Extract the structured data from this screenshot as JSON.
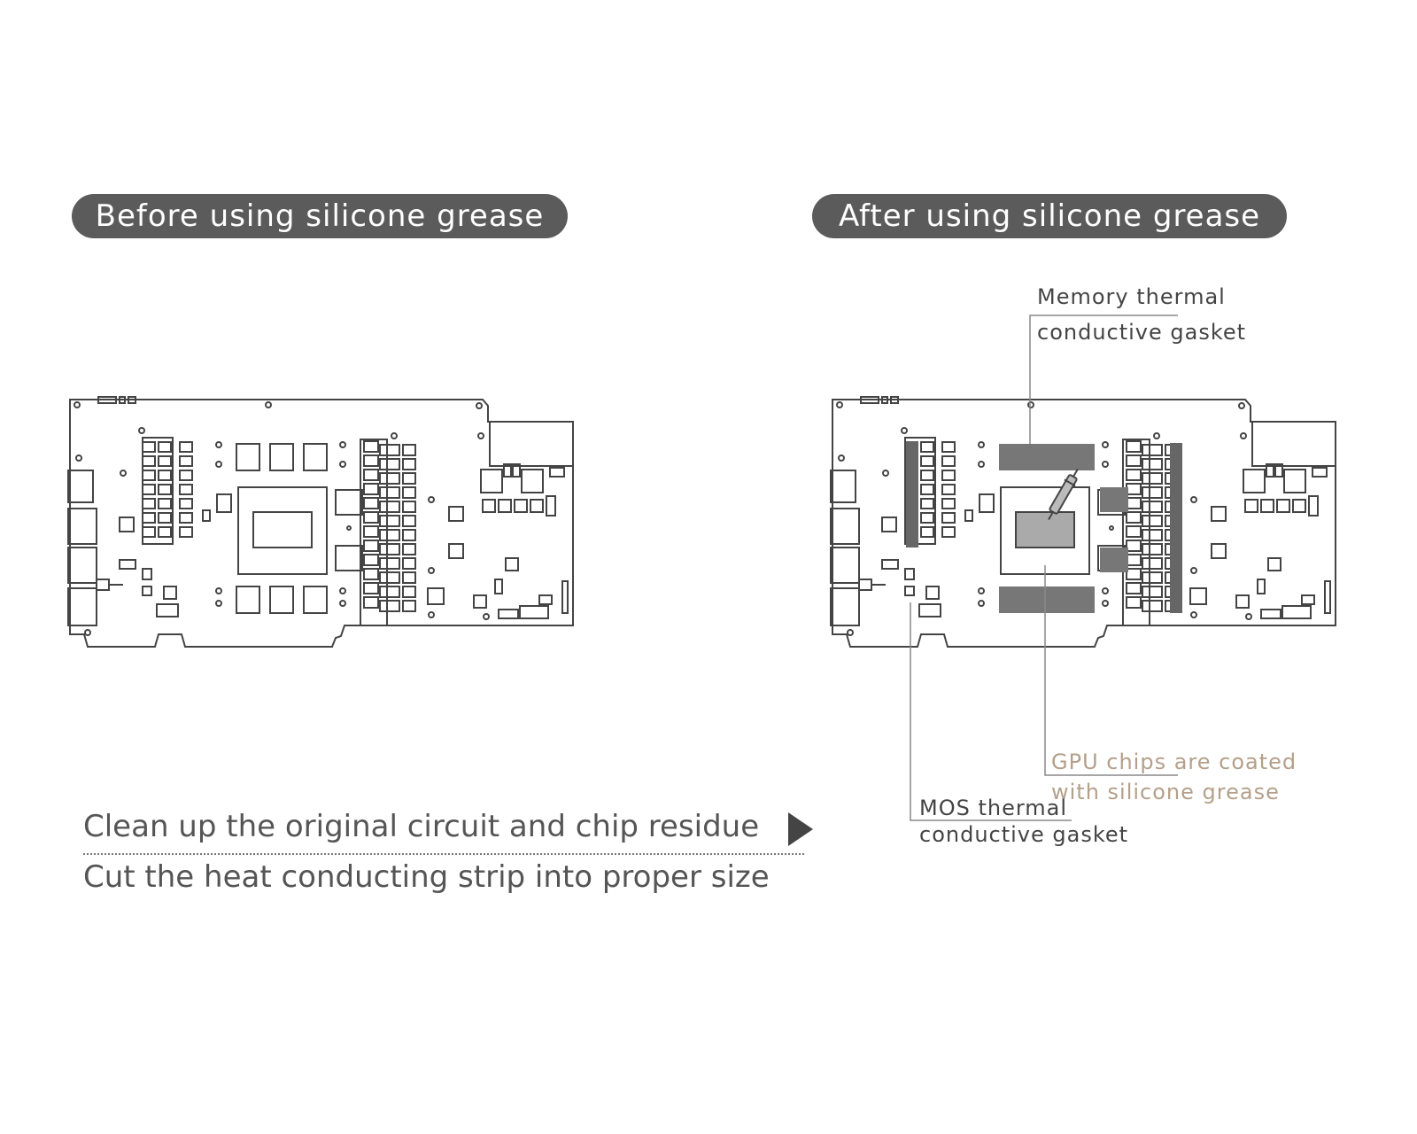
{
  "headings": {
    "before": "Before using silicone grease",
    "after": "After using silicone grease"
  },
  "steps": [
    "Clean up the original circuit and chip residue",
    "Cut the heat conducting strip into proper size"
  ],
  "callouts": {
    "memory": [
      "Memory thermal",
      "conductive gasket"
    ],
    "gpu": [
      "GPU chips are coated",
      "with silicone grease"
    ],
    "mos": [
      "MOS thermal",
      "conductive gasket"
    ]
  },
  "colors": {
    "pill_background": "#5b5b5b",
    "pill_text": "#ffffff",
    "pcb_outline": "#444444",
    "thermal_pad": "#777777",
    "silicone_grease": "#aaaaaa",
    "gpu_callout_text": "#b4a08a"
  }
}
